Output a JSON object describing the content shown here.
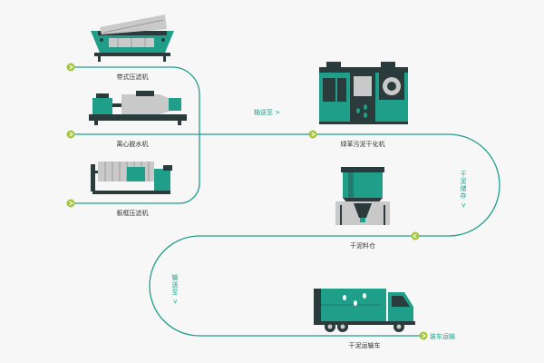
{
  "colors": {
    "teal": "#1f9e8a",
    "dark": "#2b3a3a",
    "gray": "#c9c9c9",
    "lime": "#a6c43a",
    "background": "#f7f7f7"
  },
  "machines": {
    "belt_press": "带式压滤机",
    "centrifuge": "离心脱水机",
    "plate_press": "板框压滤机",
    "dryer": "绿革污泥干化机",
    "silo": "干泥料仓",
    "truck": "干泥运输车"
  },
  "flow_labels": {
    "convey_1": "输送至 >",
    "storage": "干泥储存 >",
    "convey_2": "输送至 >",
    "load": "装车运输"
  },
  "icons": [
    "play-arrow-icon",
    "belt-press-icon",
    "centrifuge-icon",
    "plate-press-icon",
    "dryer-icon",
    "silo-icon",
    "truck-icon"
  ]
}
